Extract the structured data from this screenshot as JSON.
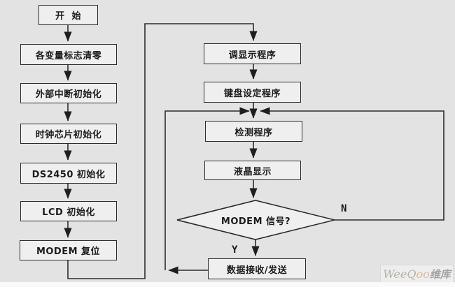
{
  "canvas": {
    "background": "#e3e3e3",
    "node_fill": "#efefef",
    "line_color": "#2d2d2d",
    "text_color": "#1c1c1c"
  },
  "nodes": {
    "start": {
      "label": "开  始"
    },
    "clear_flags": {
      "label": "各变量标志清零"
    },
    "ext_interrupt_init": {
      "label": "外部中断初始化"
    },
    "clock_chip_init": {
      "label": "时钟芯片初始化"
    },
    "ds2450_init": {
      "label": "DS2450 初始化"
    },
    "lcd_init": {
      "label": "LCD 初始化"
    },
    "modem_reset": {
      "label": "MODEM 复位"
    },
    "call_display_program": {
      "label": "调显示程序"
    },
    "keyboard_setting_program": {
      "label": "键盘设定程序"
    },
    "detect_program": {
      "label": "检测程序"
    },
    "lcd_display": {
      "label": "液晶显示"
    },
    "modem_signal_decision": {
      "label": "MODEM 信号?"
    },
    "data_rx_tx": {
      "label": "数据接收/发送"
    }
  },
  "branch_labels": {
    "no": "N",
    "yes": "Y"
  },
  "watermark": {
    "brand_prefix": "WeeQ",
    "brand_oo": "oo",
    "brand_suffix": "维库"
  }
}
